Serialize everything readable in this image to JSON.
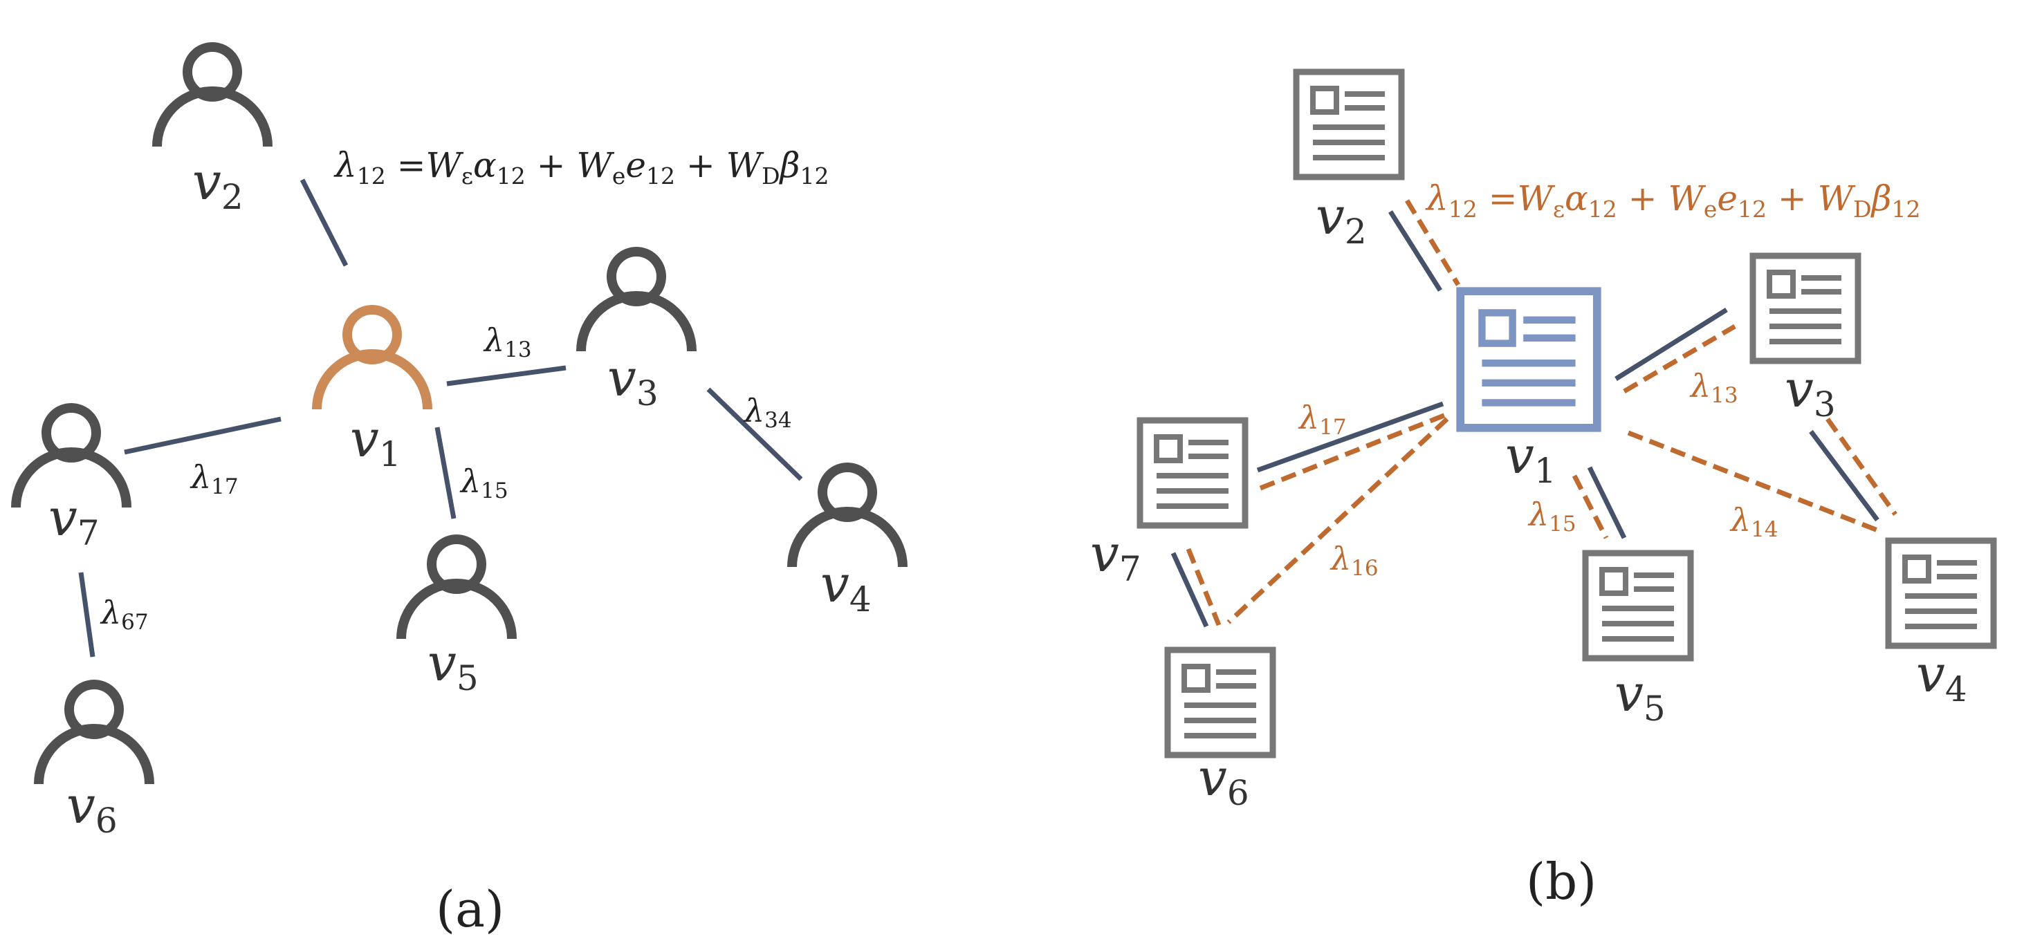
{
  "colors": {
    "person": "#505050",
    "center_person": "#cc8a57",
    "document": "#777777",
    "center_document": "#7e95c4",
    "edge": "#45526a",
    "orange_edge": "#bf6a2f",
    "text_dark": "#222222"
  },
  "icons": {
    "left_nodes": "person-icon",
    "right_nodes": "document-icon"
  },
  "panel_a": {
    "caption": "(a)",
    "formula": {
      "lhs": "λ",
      "lhs_sub": "12",
      "eq": " =",
      "w1": "W",
      "w1_sub": "ε",
      "t1": "α",
      "t1_sub": "12",
      "plus1": " + ",
      "w2": "W",
      "w2_sub": "e",
      "t2": "e",
      "t2_sub": "12",
      "plus2": " + ",
      "w3": "W",
      "w3_sub": "D",
      "t3": "β",
      "t3_sub": "12"
    },
    "nodes": [
      {
        "id": "v1",
        "base": "v",
        "sub": "1",
        "center": true
      },
      {
        "id": "v2",
        "base": "v",
        "sub": "2"
      },
      {
        "id": "v3",
        "base": "v",
        "sub": "3"
      },
      {
        "id": "v4",
        "base": "v",
        "sub": "4"
      },
      {
        "id": "v5",
        "base": "v",
        "sub": "5"
      },
      {
        "id": "v6",
        "base": "v",
        "sub": "6"
      },
      {
        "id": "v7",
        "base": "v",
        "sub": "7"
      }
    ],
    "edges": [
      {
        "from": "v1",
        "to": "v2",
        "label": ""
      },
      {
        "from": "v1",
        "to": "v3",
        "label": "λ",
        "sub": "13"
      },
      {
        "from": "v3",
        "to": "v4",
        "label": "λ",
        "sub": "34"
      },
      {
        "from": "v1",
        "to": "v5",
        "label": "λ",
        "sub": "15"
      },
      {
        "from": "v1",
        "to": "v7",
        "label": "λ",
        "sub": "17"
      },
      {
        "from": "v7",
        "to": "v6",
        "label": "λ",
        "sub": "67"
      }
    ]
  },
  "panel_b": {
    "caption": "(b)",
    "formula": {
      "lhs": "λ",
      "lhs_sub": "12",
      "eq": " =",
      "w1": "W",
      "w1_sub": "ε",
      "t1": "α",
      "t1_sub": "12",
      "plus1": " + ",
      "w2": "W",
      "w2_sub": "e",
      "t2": "e",
      "t2_sub": "12",
      "plus2": " + ",
      "w3": "W",
      "w3_sub": "D",
      "t3": "β",
      "t3_sub": "12"
    },
    "nodes": [
      {
        "id": "v1",
        "base": "v",
        "sub": "1",
        "center": true
      },
      {
        "id": "v2",
        "base": "v",
        "sub": "2"
      },
      {
        "id": "v3",
        "base": "v",
        "sub": "3"
      },
      {
        "id": "v4",
        "base": "v",
        "sub": "4"
      },
      {
        "id": "v5",
        "base": "v",
        "sub": "5"
      },
      {
        "id": "v6",
        "base": "v",
        "sub": "6"
      },
      {
        "id": "v7",
        "base": "v",
        "sub": "7"
      }
    ],
    "edges": [
      {
        "from": "v1",
        "to": "v2",
        "kind": "double",
        "label": ""
      },
      {
        "from": "v1",
        "to": "v3",
        "kind": "double",
        "label": "λ",
        "sub": "13"
      },
      {
        "from": "v3",
        "to": "v4",
        "kind": "double",
        "label": ""
      },
      {
        "from": "v1",
        "to": "v5",
        "kind": "double",
        "label": "λ",
        "sub": "15"
      },
      {
        "from": "v1",
        "to": "v7",
        "kind": "double",
        "label": "λ",
        "sub": "17"
      },
      {
        "from": "v7",
        "to": "v6",
        "kind": "double",
        "label": ""
      },
      {
        "from": "v1",
        "to": "v4",
        "kind": "dashed",
        "label": "λ",
        "sub": "14"
      },
      {
        "from": "v1",
        "to": "v6",
        "kind": "dashed",
        "label": "λ",
        "sub": "16"
      }
    ]
  }
}
